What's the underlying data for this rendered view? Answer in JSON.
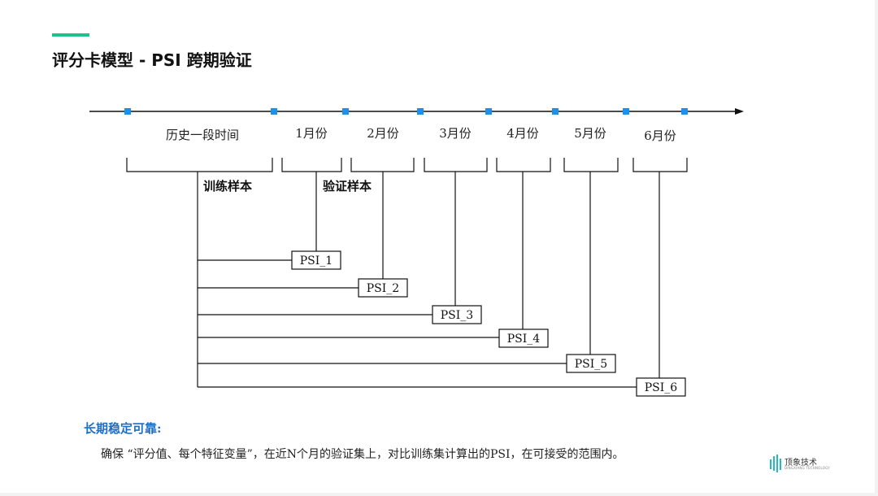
{
  "slide": {
    "title": "评分卡模型 - PSI 跨期验证",
    "accent_color": "#1fc08a"
  },
  "timeline": {
    "marker_color": "#1e90e8",
    "periods": [
      "历史一段时间",
      "1月份",
      "2月份",
      "3月份",
      "4月份",
      "5月份",
      "6月份"
    ],
    "train_label": "训练样本",
    "validation_label": "验证样本"
  },
  "psi_boxes": [
    "PSI_1",
    "PSI_2",
    "PSI_3",
    "PSI_4",
    "PSI_5",
    "PSI_6"
  ],
  "note": {
    "heading": "长期稳定可靠:",
    "heading_color": "#1f6fc5",
    "text": "确保 “评分值、每个特征变量”，在近N个月的验证集上，对比训练集计算出的PSI，在可接受的范围内。"
  },
  "logo": {
    "name": "顶象技术",
    "tagline": "DINGXIANG TECHNOLOGY"
  }
}
